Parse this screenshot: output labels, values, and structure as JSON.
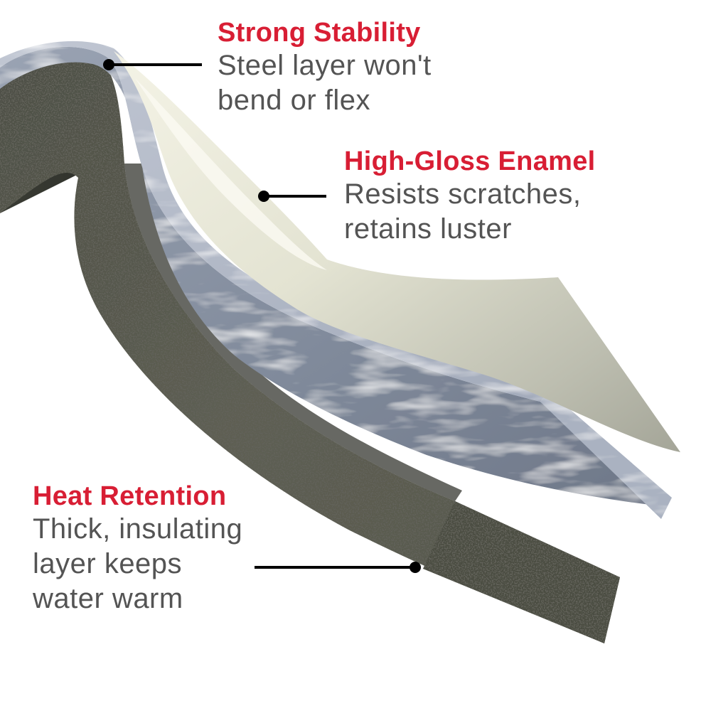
{
  "colors": {
    "title_red": "#d81e34",
    "body_gray": "#545454",
    "leader_black": "#000000",
    "foam_layer": "#5a5b4f",
    "foam_layer_dark": "#3c3e36",
    "steel_layer": "#8d96a6",
    "steel_edge": "#b4bccb",
    "enamel_layer": "#ecebdc",
    "enamel_shadow": "#a9aa9d",
    "background": "#ffffff"
  },
  "callouts": [
    {
      "id": "strong-stability",
      "title": "Strong Stability",
      "description": "Steel layer won't\nbend or flex",
      "layer": "steel",
      "dot": [
        153,
        91
      ],
      "line_end": [
        284,
        91
      ]
    },
    {
      "id": "high-gloss-enamel",
      "title": "High-Gloss Enamel",
      "description": "Resists scratches,\nretains luster",
      "layer": "enamel",
      "dot": [
        371,
        276
      ],
      "line_end": [
        459,
        276
      ]
    },
    {
      "id": "heat-retention",
      "title": "Heat Retention",
      "description": "Thick, insulating\nlayer keeps\nwater warm",
      "layer": "foam",
      "dot": [
        584,
        798
      ],
      "line_end": [
        358,
        798
      ]
    }
  ],
  "layers": [
    {
      "name": "insulating foam",
      "order": "bottom"
    },
    {
      "name": "steel",
      "order": "middle"
    },
    {
      "name": "high-gloss enamel",
      "order": "top"
    }
  ]
}
